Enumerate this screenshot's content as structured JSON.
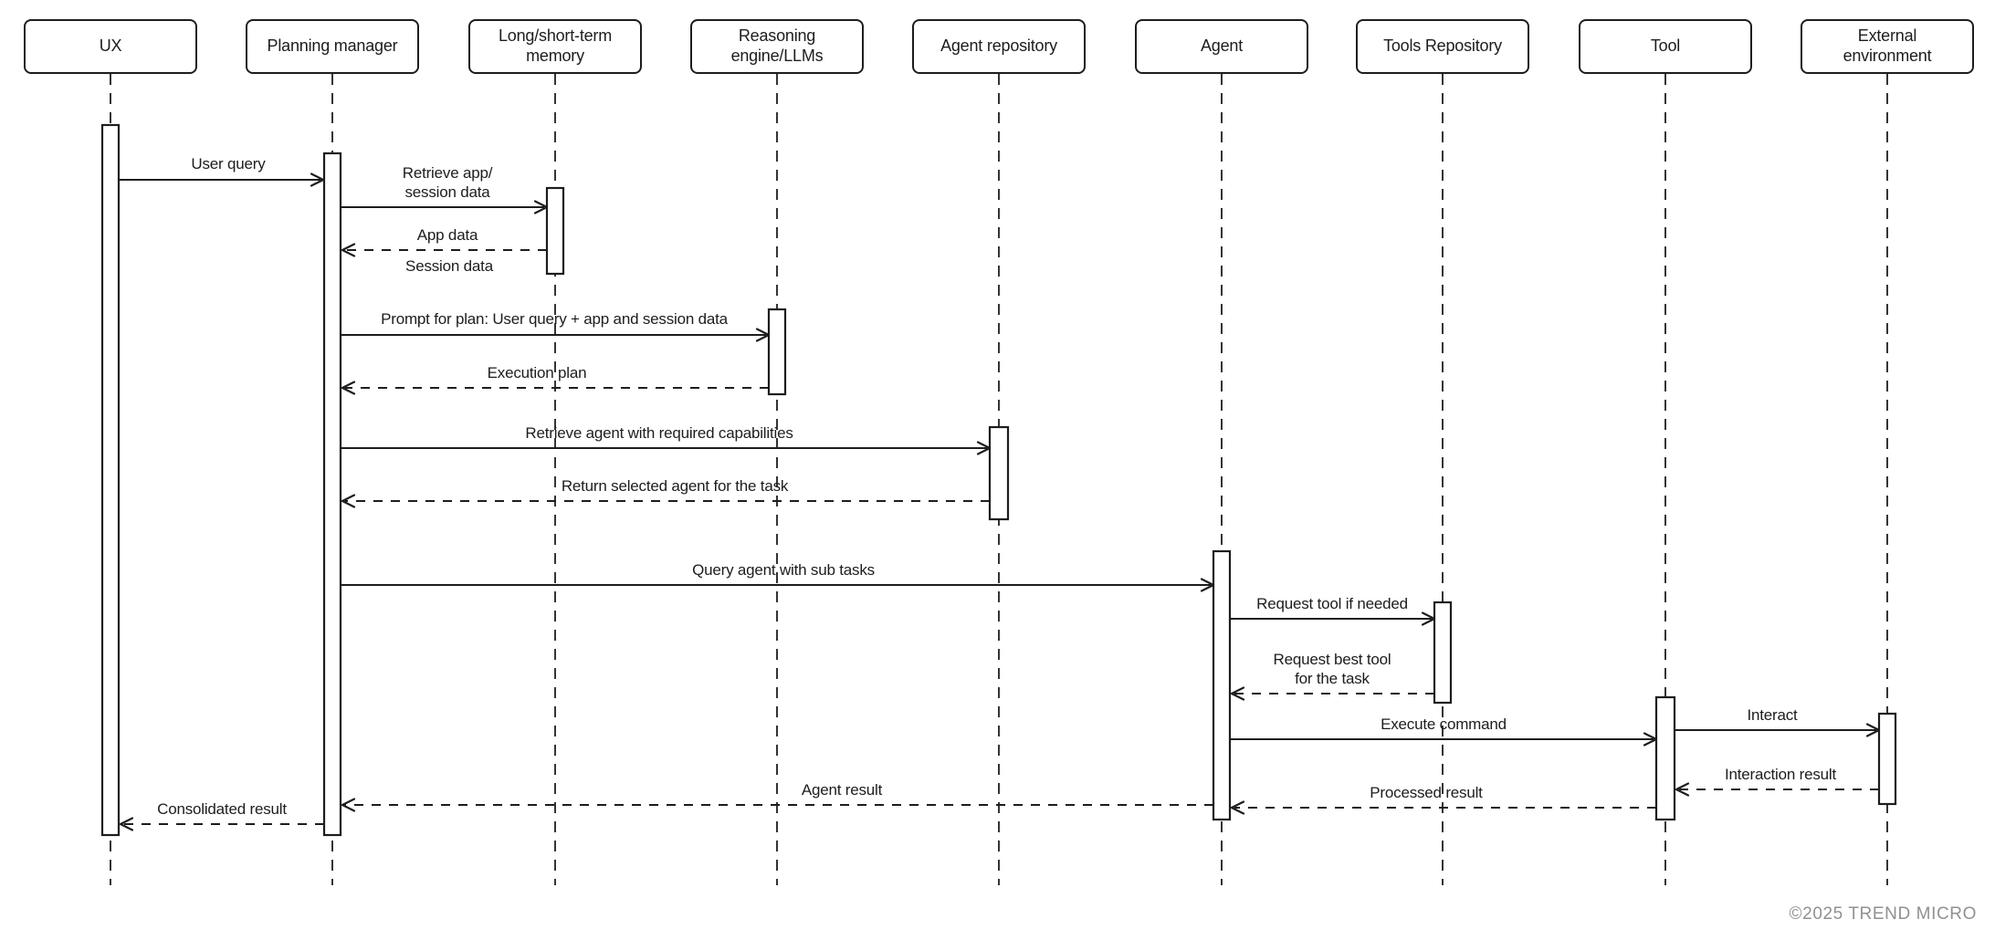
{
  "diagram": {
    "type": "uml-sequence-diagram",
    "participants": [
      {
        "label": "UX"
      },
      {
        "label": "Planning manager"
      },
      {
        "label": "Long/short-term\nmemory"
      },
      {
        "label": "Reasoning\nengine/LLMs"
      },
      {
        "label": "Agent repository"
      },
      {
        "label": "Agent"
      },
      {
        "label": "Tools Repository"
      },
      {
        "label": "Tool"
      },
      {
        "label": "External\nenvironment"
      }
    ],
    "messages": {
      "user_query": "User query",
      "retrieve_app_session": "Retrieve app/\nsession data",
      "app_data": "App data",
      "session_data": "Session data",
      "prompt_for_plan": "Prompt for plan: User query + app and session data",
      "execution_plan": "Execution plan",
      "retrieve_agent": "Retrieve agent with required capabilities",
      "return_selected_agent": "Return selected agent for the task",
      "query_agent": "Query agent with sub tasks",
      "request_tool": "Request tool if needed",
      "request_best_tool": "Request best tool\nfor the task",
      "execute_command": "Execute command",
      "interact": "Interact",
      "interaction_result": "Interaction result",
      "processed_result": "Processed result",
      "agent_result": "Agent result",
      "consolidated_result": "Consolidated result"
    },
    "footer": {
      "copyright": "©2025 TREND MICRO"
    },
    "colors": {
      "line": "#1d1d1b",
      "text": "#1d1d1b",
      "copyright": "#8f9194",
      "background": "#ffffff"
    }
  }
}
